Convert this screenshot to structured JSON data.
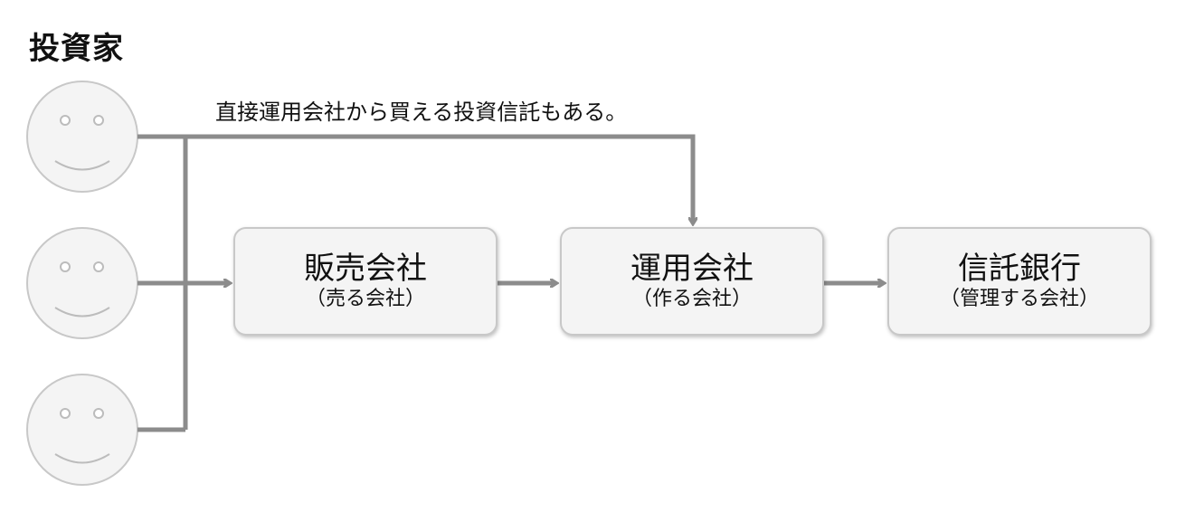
{
  "title": "投資家",
  "note": "直接運用会社から買える投資信託もある。",
  "boxes": {
    "sales": {
      "main": "販売会社",
      "sub": "（売る会社）"
    },
    "management": {
      "main": "運用会社",
      "sub": "（作る会社）"
    },
    "trust": {
      "main": "信託銀行",
      "sub": "（管理する会社）"
    }
  },
  "icons": [
    "smiley-face-icon",
    "smiley-face-icon",
    "smiley-face-icon"
  ],
  "colors": {
    "line": "#8c8c8c",
    "face_fill": "#f4f4f4",
    "face_stroke": "#c8c8c8",
    "box_fill": "#f4f4f4",
    "box_stroke": "#c8c8c8"
  }
}
